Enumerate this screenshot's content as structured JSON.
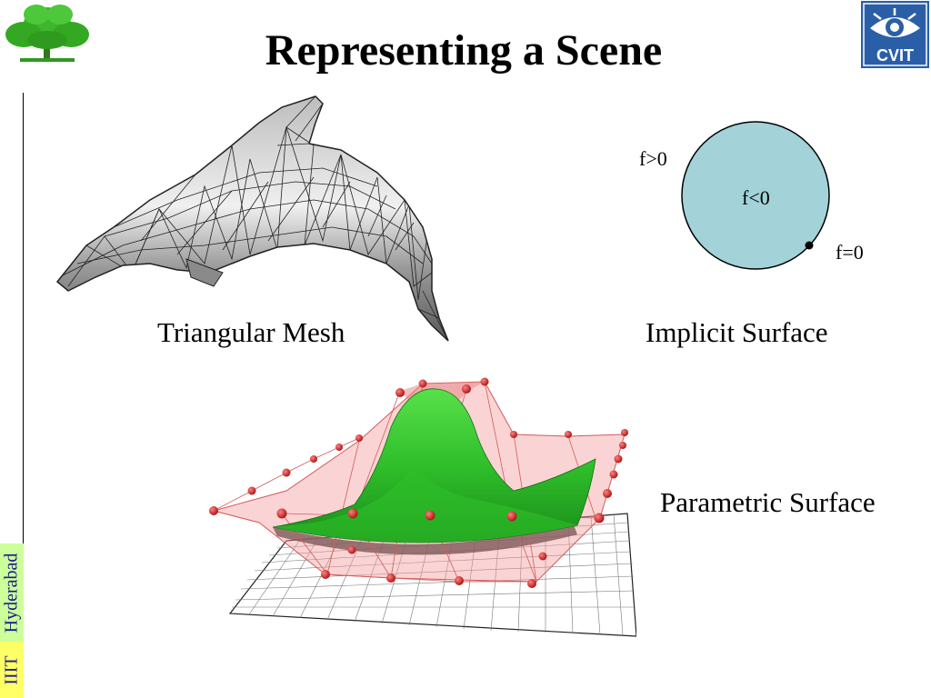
{
  "slide": {
    "title": "Representing a Scene",
    "cvit_logo_text": "CVIT",
    "side_label_top": "Hyderabad",
    "side_label_bottom": "IIIT"
  },
  "figures": {
    "mesh": {
      "caption": "Triangular Mesh"
    },
    "implicit": {
      "caption": "Implicit Surface",
      "label_outside": "f>0",
      "label_inside": "f<0",
      "label_boundary": "f=0",
      "fill_color": "#a3d2d9"
    },
    "parametric": {
      "caption": "Parametric Surface"
    }
  },
  "colors": {
    "surface_green": "#33cc33",
    "control_point_red": "#cc2222",
    "control_net_pink": "#f4a0a0"
  }
}
